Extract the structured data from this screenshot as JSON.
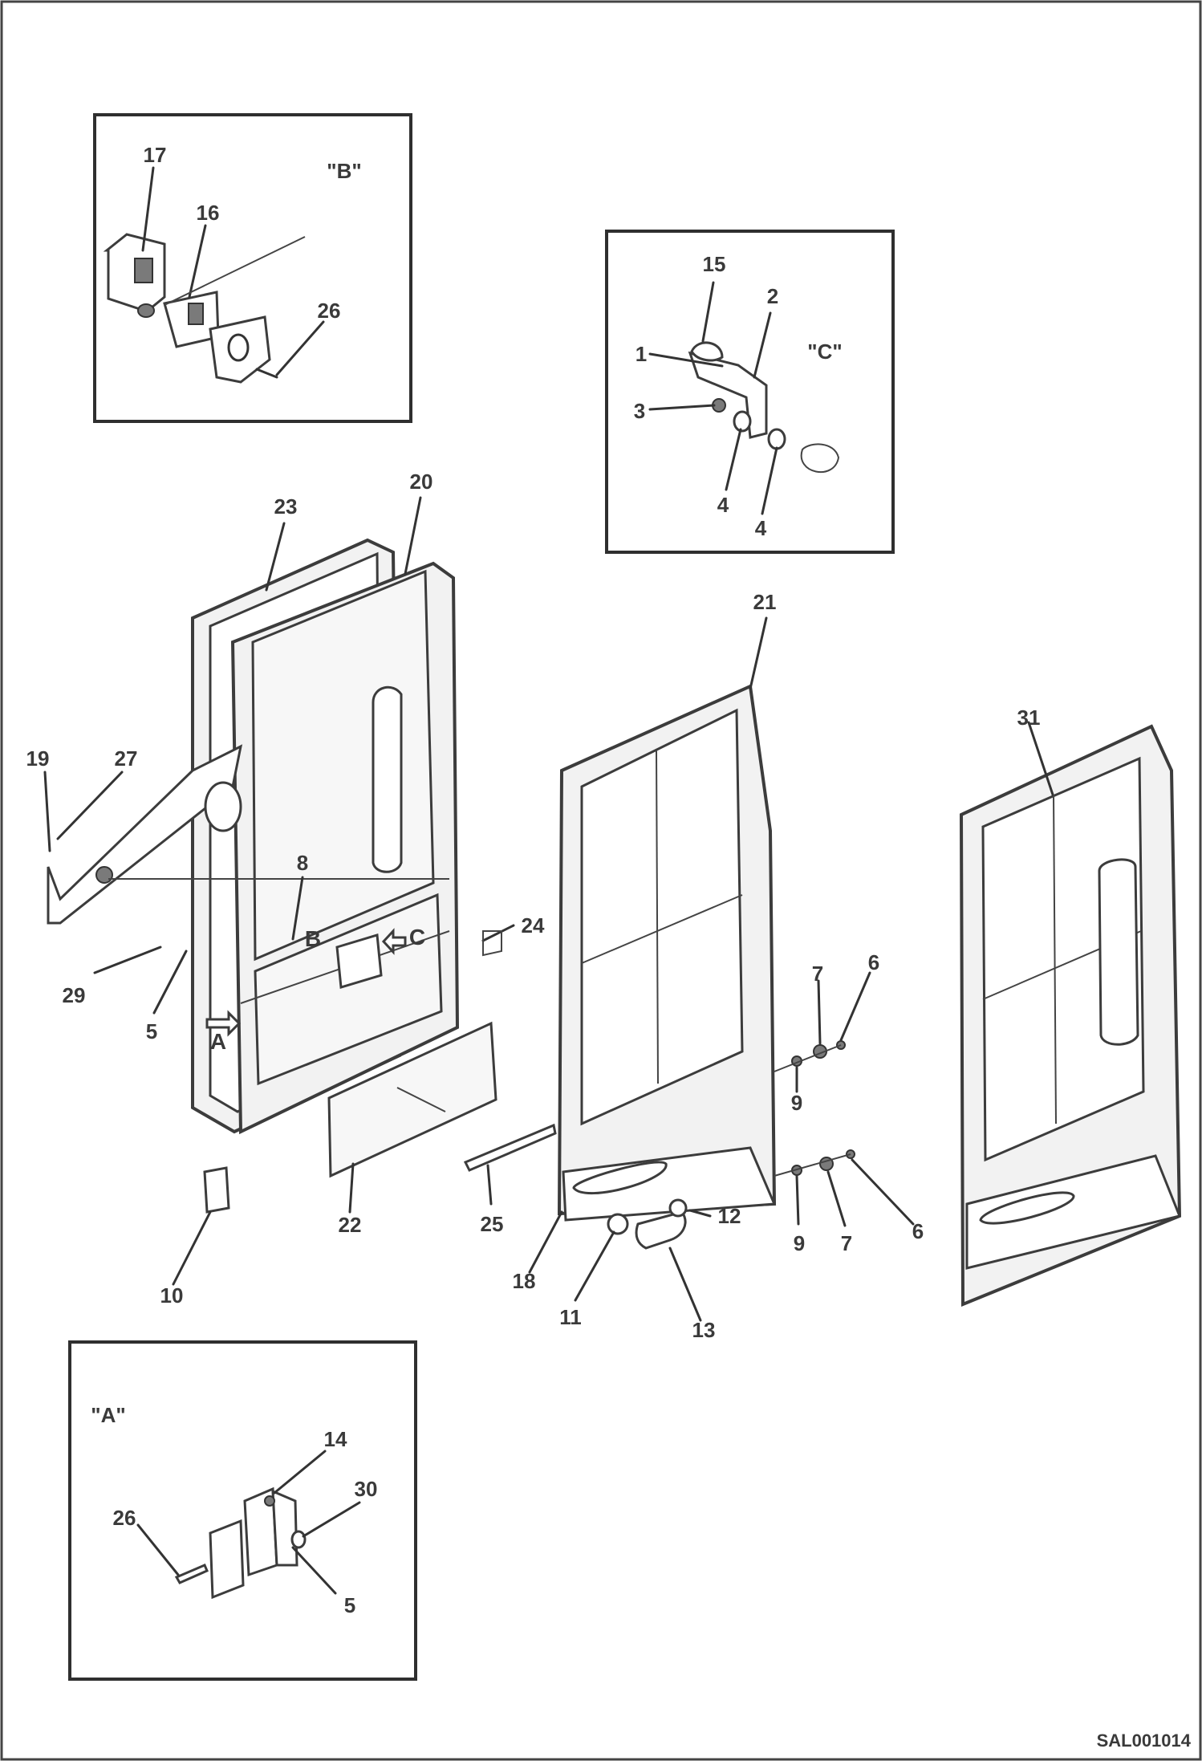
{
  "diagram": {
    "detail_views": {
      "b": "\"B\"",
      "c": "\"C\"",
      "a": "\"A\""
    },
    "reference_letters": {
      "a": "A",
      "b": "B",
      "c": "C"
    },
    "callouts": {
      "p17": "17",
      "p16": "16",
      "p26_b": "26",
      "p15": "15",
      "p2": "2",
      "p1": "1",
      "p3": "3",
      "p4_left": "4",
      "p4_right": "4",
      "p23": "23",
      "p20": "20",
      "p21": "21",
      "p31": "31",
      "p19": "19",
      "p27": "27",
      "p8": "8",
      "p24": "24",
      "p29": "29",
      "p5_main": "5",
      "p7_top": "7",
      "p6_top": "6",
      "p9_top": "9",
      "p22": "22",
      "p25": "25",
      "p12": "12",
      "p9_bottom": "9",
      "p7_bottom": "7",
      "p6_bottom": "6",
      "p10": "10",
      "p18": "18",
      "p11": "11",
      "p13": "13",
      "p14": "14",
      "p30": "30",
      "p26_a": "26",
      "p5_a": "5"
    },
    "drawing_code": "SAL001014"
  }
}
